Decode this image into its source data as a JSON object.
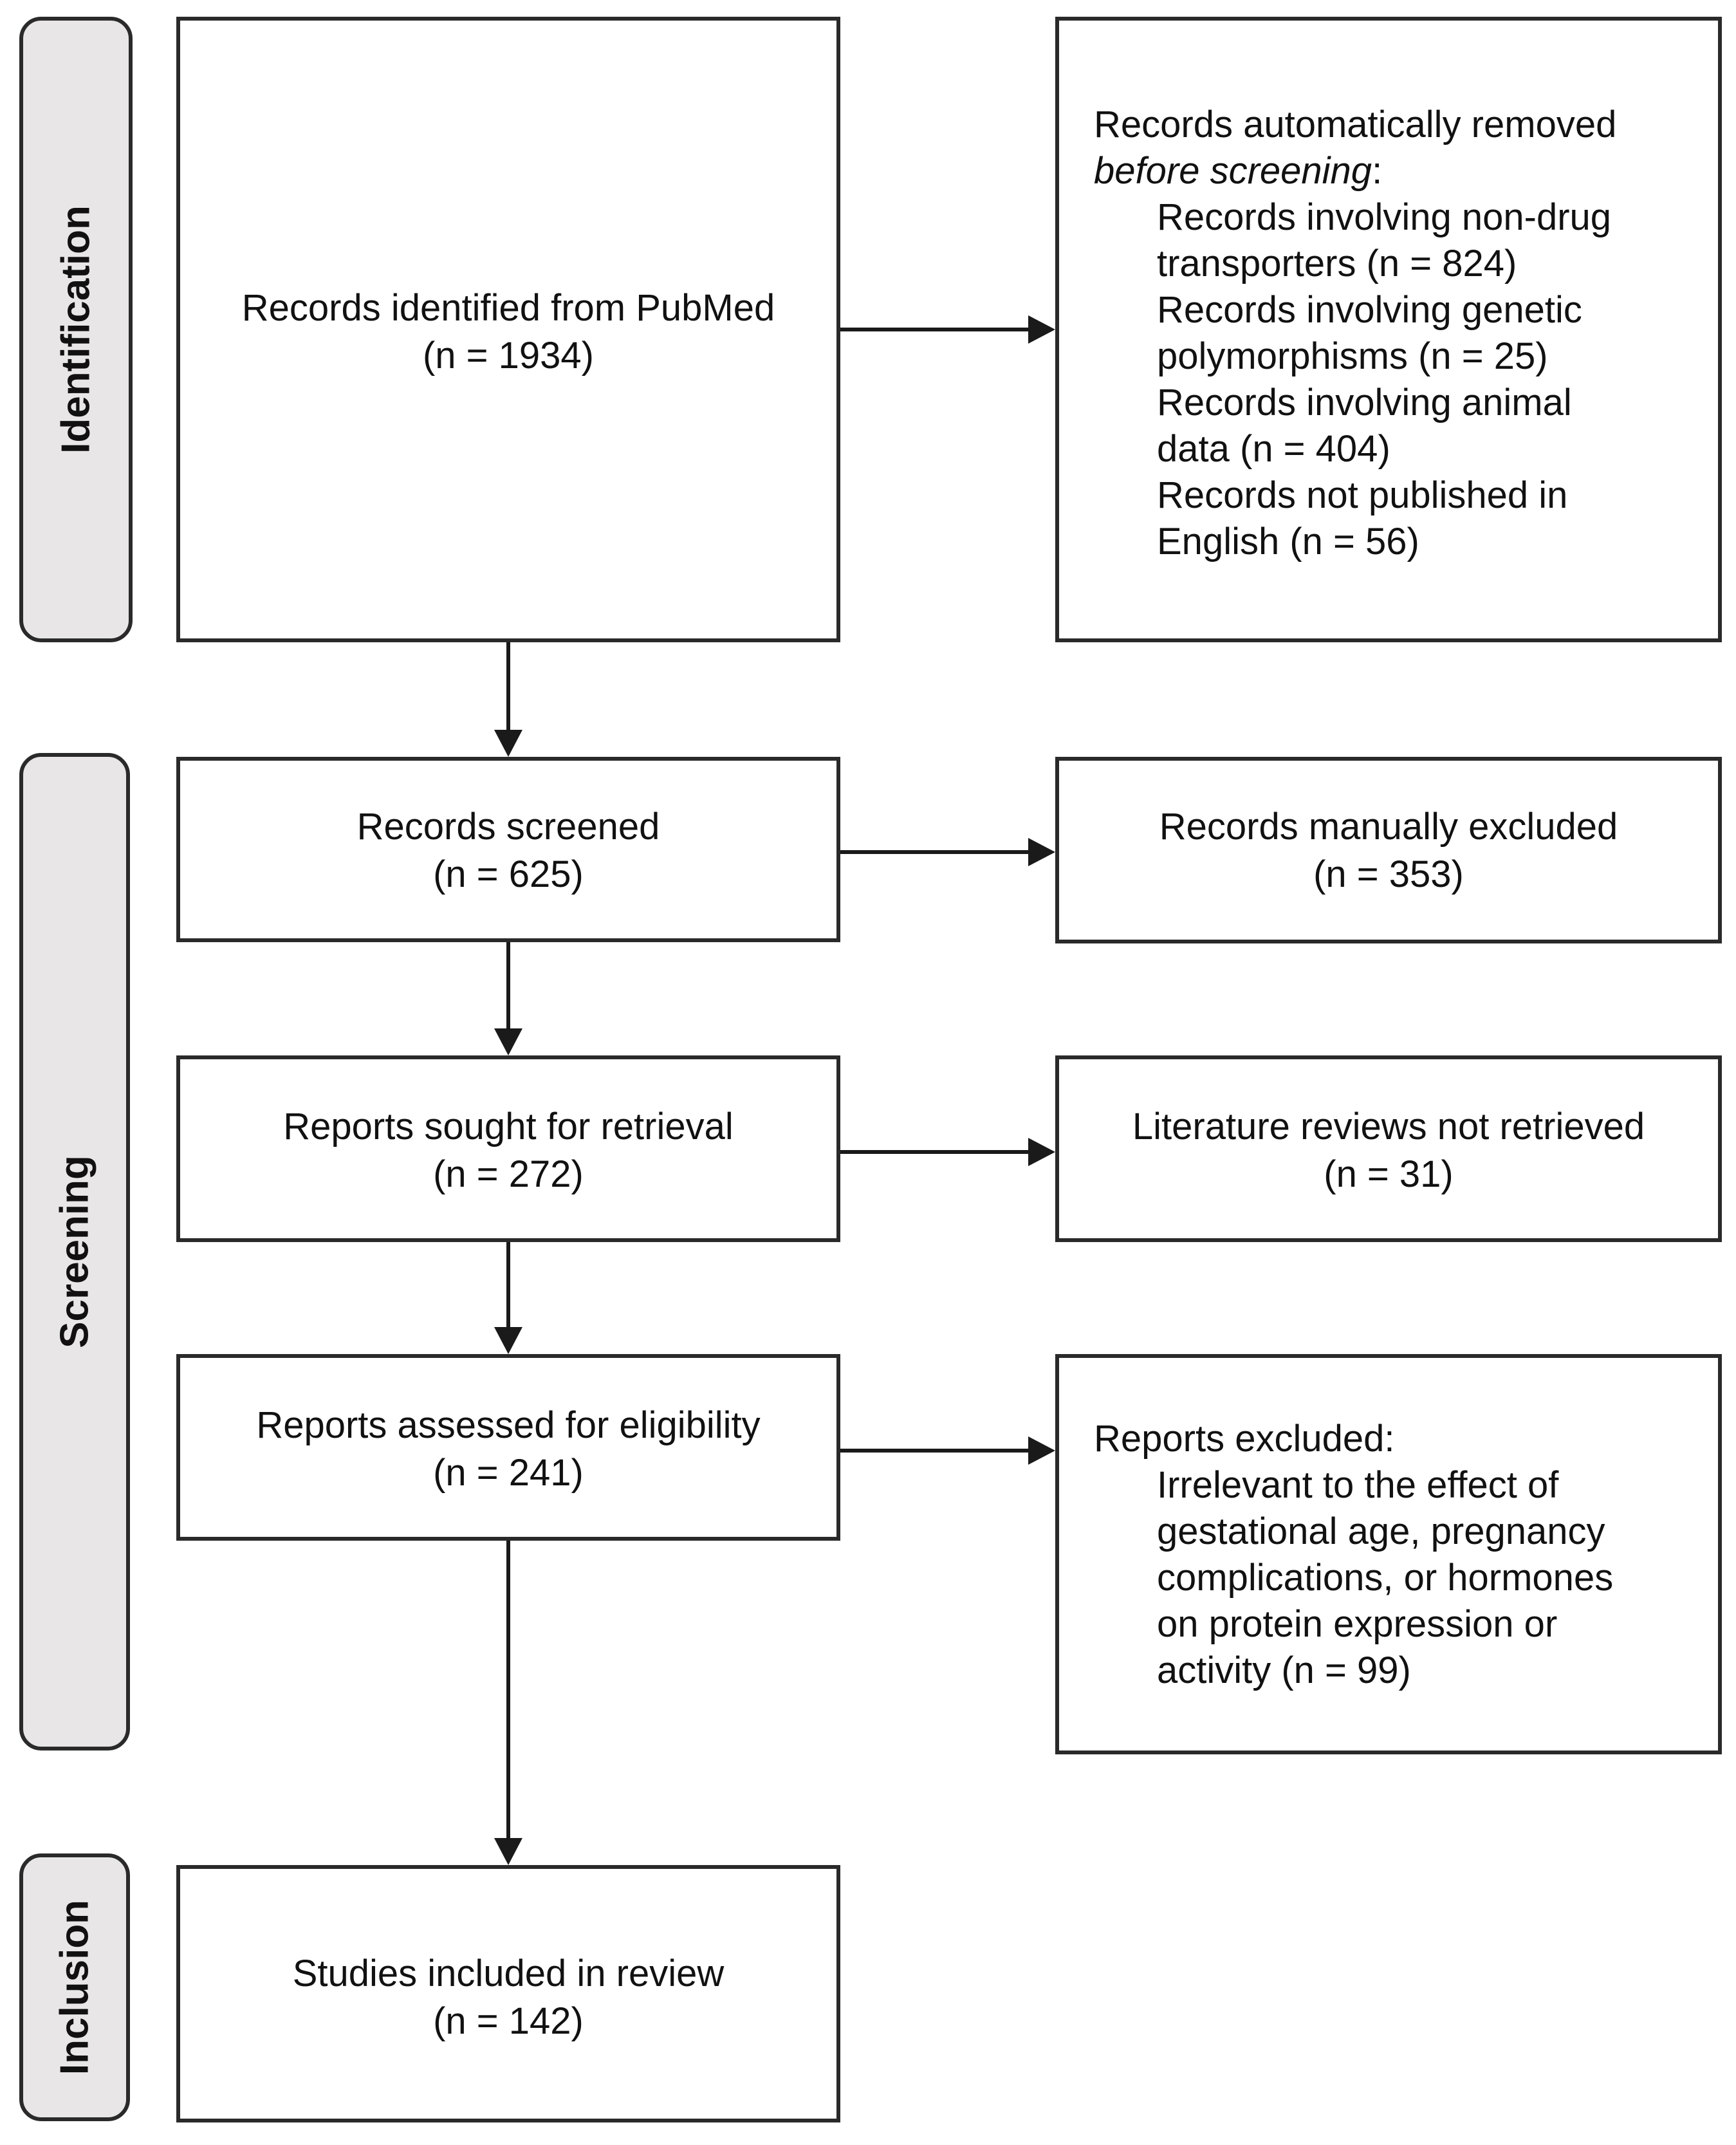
{
  "phases": {
    "identification": "Identification",
    "screening": "Screening",
    "inclusion": "Inclusion"
  },
  "main": {
    "identified": {
      "line1": "Records identified from PubMed",
      "line2": "(n = 1934)"
    },
    "screened": {
      "line1": "Records screened",
      "line2": "(n = 625)"
    },
    "sought": {
      "line1": "Reports sought for retrieval",
      "line2": "(n = 272)"
    },
    "assessed": {
      "line1": "Reports assessed for eligibility",
      "line2": "(n = 241)"
    },
    "included": {
      "line1": "Studies included in review",
      "line2": "(n = 142)"
    }
  },
  "side": {
    "auto_removed": {
      "heading": "Records automatically removed",
      "heading2_italic": "before screening",
      "heading2_suffix": ":",
      "items": [
        "Records involving non-drug",
        "transporters (n = 824)",
        "Records involving genetic",
        "polymorphisms (n = 25)",
        "Records involving animal",
        "data (n = 404)",
        "Records not published in",
        "English (n = 56)"
      ]
    },
    "manually_excluded": {
      "line1": "Records manually excluded",
      "line2": "(n = 353)"
    },
    "not_retrieved": {
      "line1": "Literature reviews not retrieved",
      "line2": "(n = 31)"
    },
    "reports_excluded": {
      "heading": "Reports excluded:",
      "items": [
        "Irrelevant to the effect of",
        "gestational age, pregnancy",
        "complications, or hormones",
        "on protein expression or",
        "activity (n = 99)"
      ]
    }
  }
}
